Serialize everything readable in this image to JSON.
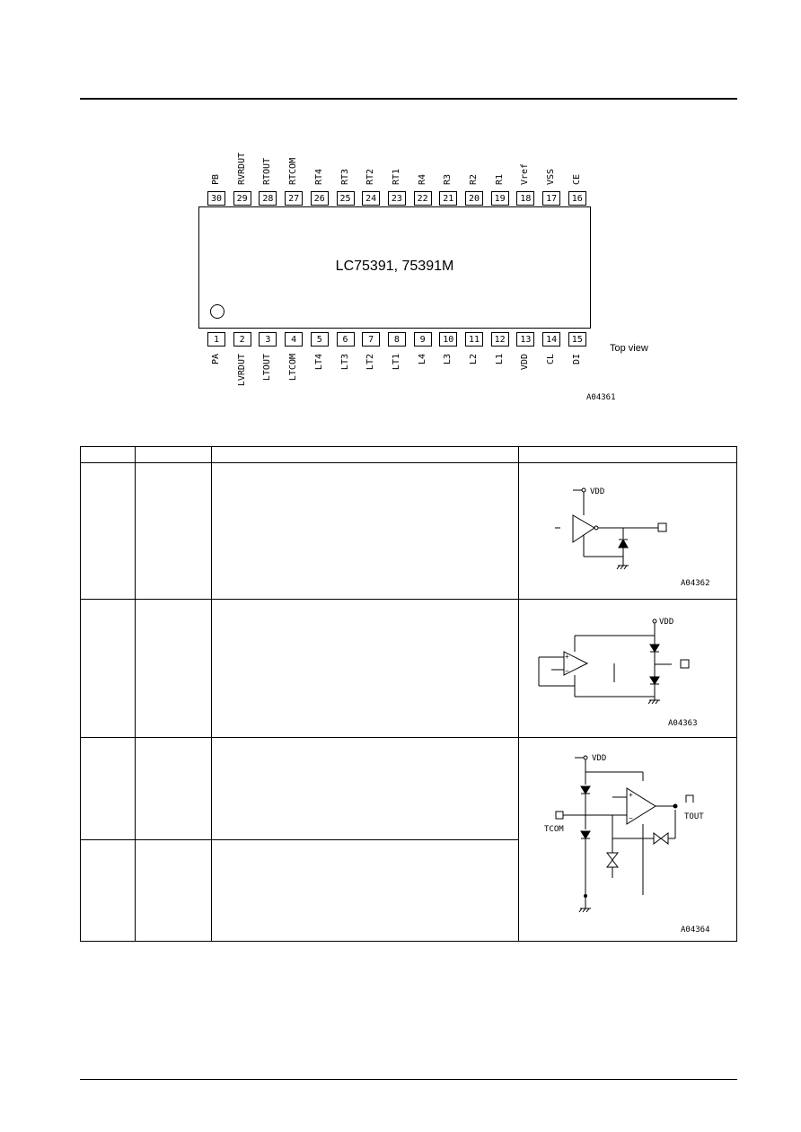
{
  "ic": {
    "part_number": "LC75391, 75391M",
    "view_label": "Top view",
    "figure_code": "A04361",
    "top_pins": [
      {
        "num": "30",
        "name": "PB"
      },
      {
        "num": "29",
        "name": "RVRDUT"
      },
      {
        "num": "28",
        "name": "RTOUT"
      },
      {
        "num": "27",
        "name": "RTCOM"
      },
      {
        "num": "26",
        "name": "RT4"
      },
      {
        "num": "25",
        "name": "RT3"
      },
      {
        "num": "24",
        "name": "RT2"
      },
      {
        "num": "23",
        "name": "RT1"
      },
      {
        "num": "22",
        "name": "R4"
      },
      {
        "num": "21",
        "name": "R3"
      },
      {
        "num": "20",
        "name": "R2"
      },
      {
        "num": "19",
        "name": "R1"
      },
      {
        "num": "18",
        "name": "Vref"
      },
      {
        "num": "17",
        "name": "VSS"
      },
      {
        "num": "16",
        "name": "CE"
      }
    ],
    "bottom_pins": [
      {
        "num": "1",
        "name": "PA"
      },
      {
        "num": "2",
        "name": "LVRDUT"
      },
      {
        "num": "3",
        "name": "LTOUT"
      },
      {
        "num": "4",
        "name": "LTCOM"
      },
      {
        "num": "5",
        "name": "LT4"
      },
      {
        "num": "6",
        "name": "LT3"
      },
      {
        "num": "7",
        "name": "LT2"
      },
      {
        "num": "8",
        "name": "LT1"
      },
      {
        "num": "9",
        "name": "L4"
      },
      {
        "num": "10",
        "name": "L3"
      },
      {
        "num": "11",
        "name": "L2"
      },
      {
        "num": "12",
        "name": "L1"
      },
      {
        "num": "13",
        "name": "VDD"
      },
      {
        "num": "14",
        "name": "CL"
      },
      {
        "num": "15",
        "name": "DI"
      }
    ]
  },
  "table": {
    "header": [
      "",
      "",
      "",
      ""
    ],
    "rows": [
      {
        "code": "A04362",
        "vdd": "VDD"
      },
      {
        "code": "A04363",
        "vdd": "VDD"
      },
      {
        "code": "A04364",
        "vdd": "VDD",
        "tcom": "TCOM",
        "tout": "TOUT"
      }
    ]
  }
}
